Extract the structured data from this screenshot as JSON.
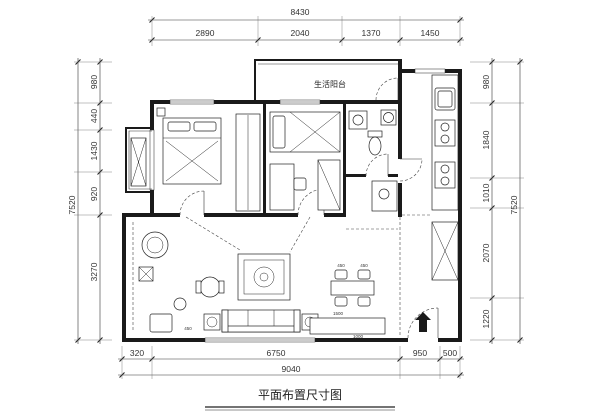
{
  "title": "平面布置尺寸图",
  "room_labels": {
    "balcony": "生活阳台"
  },
  "dimensions": {
    "top_total": "8430",
    "top_segments": [
      "2890",
      "2040",
      "1370",
      "1450"
    ],
    "left_total": "7520",
    "left_segments": [
      "980",
      "440",
      "1430",
      "920",
      "3270"
    ],
    "right_total": "7520",
    "right_segments": [
      "980",
      "1840",
      "1010",
      "2070",
      "1220"
    ],
    "bottom_segments": [
      "320",
      "6750",
      "950",
      "500"
    ],
    "bottom_total": "9040"
  },
  "furniture_dimensions": {
    "dining_chair_left": "450",
    "dining_chair_right": "450",
    "living_chair": "450",
    "bench_width": "1500",
    "bench_depth": "1000"
  },
  "colors": {
    "line": "#222222",
    "wall": "#1a1a1a",
    "background": "#ffffff"
  }
}
